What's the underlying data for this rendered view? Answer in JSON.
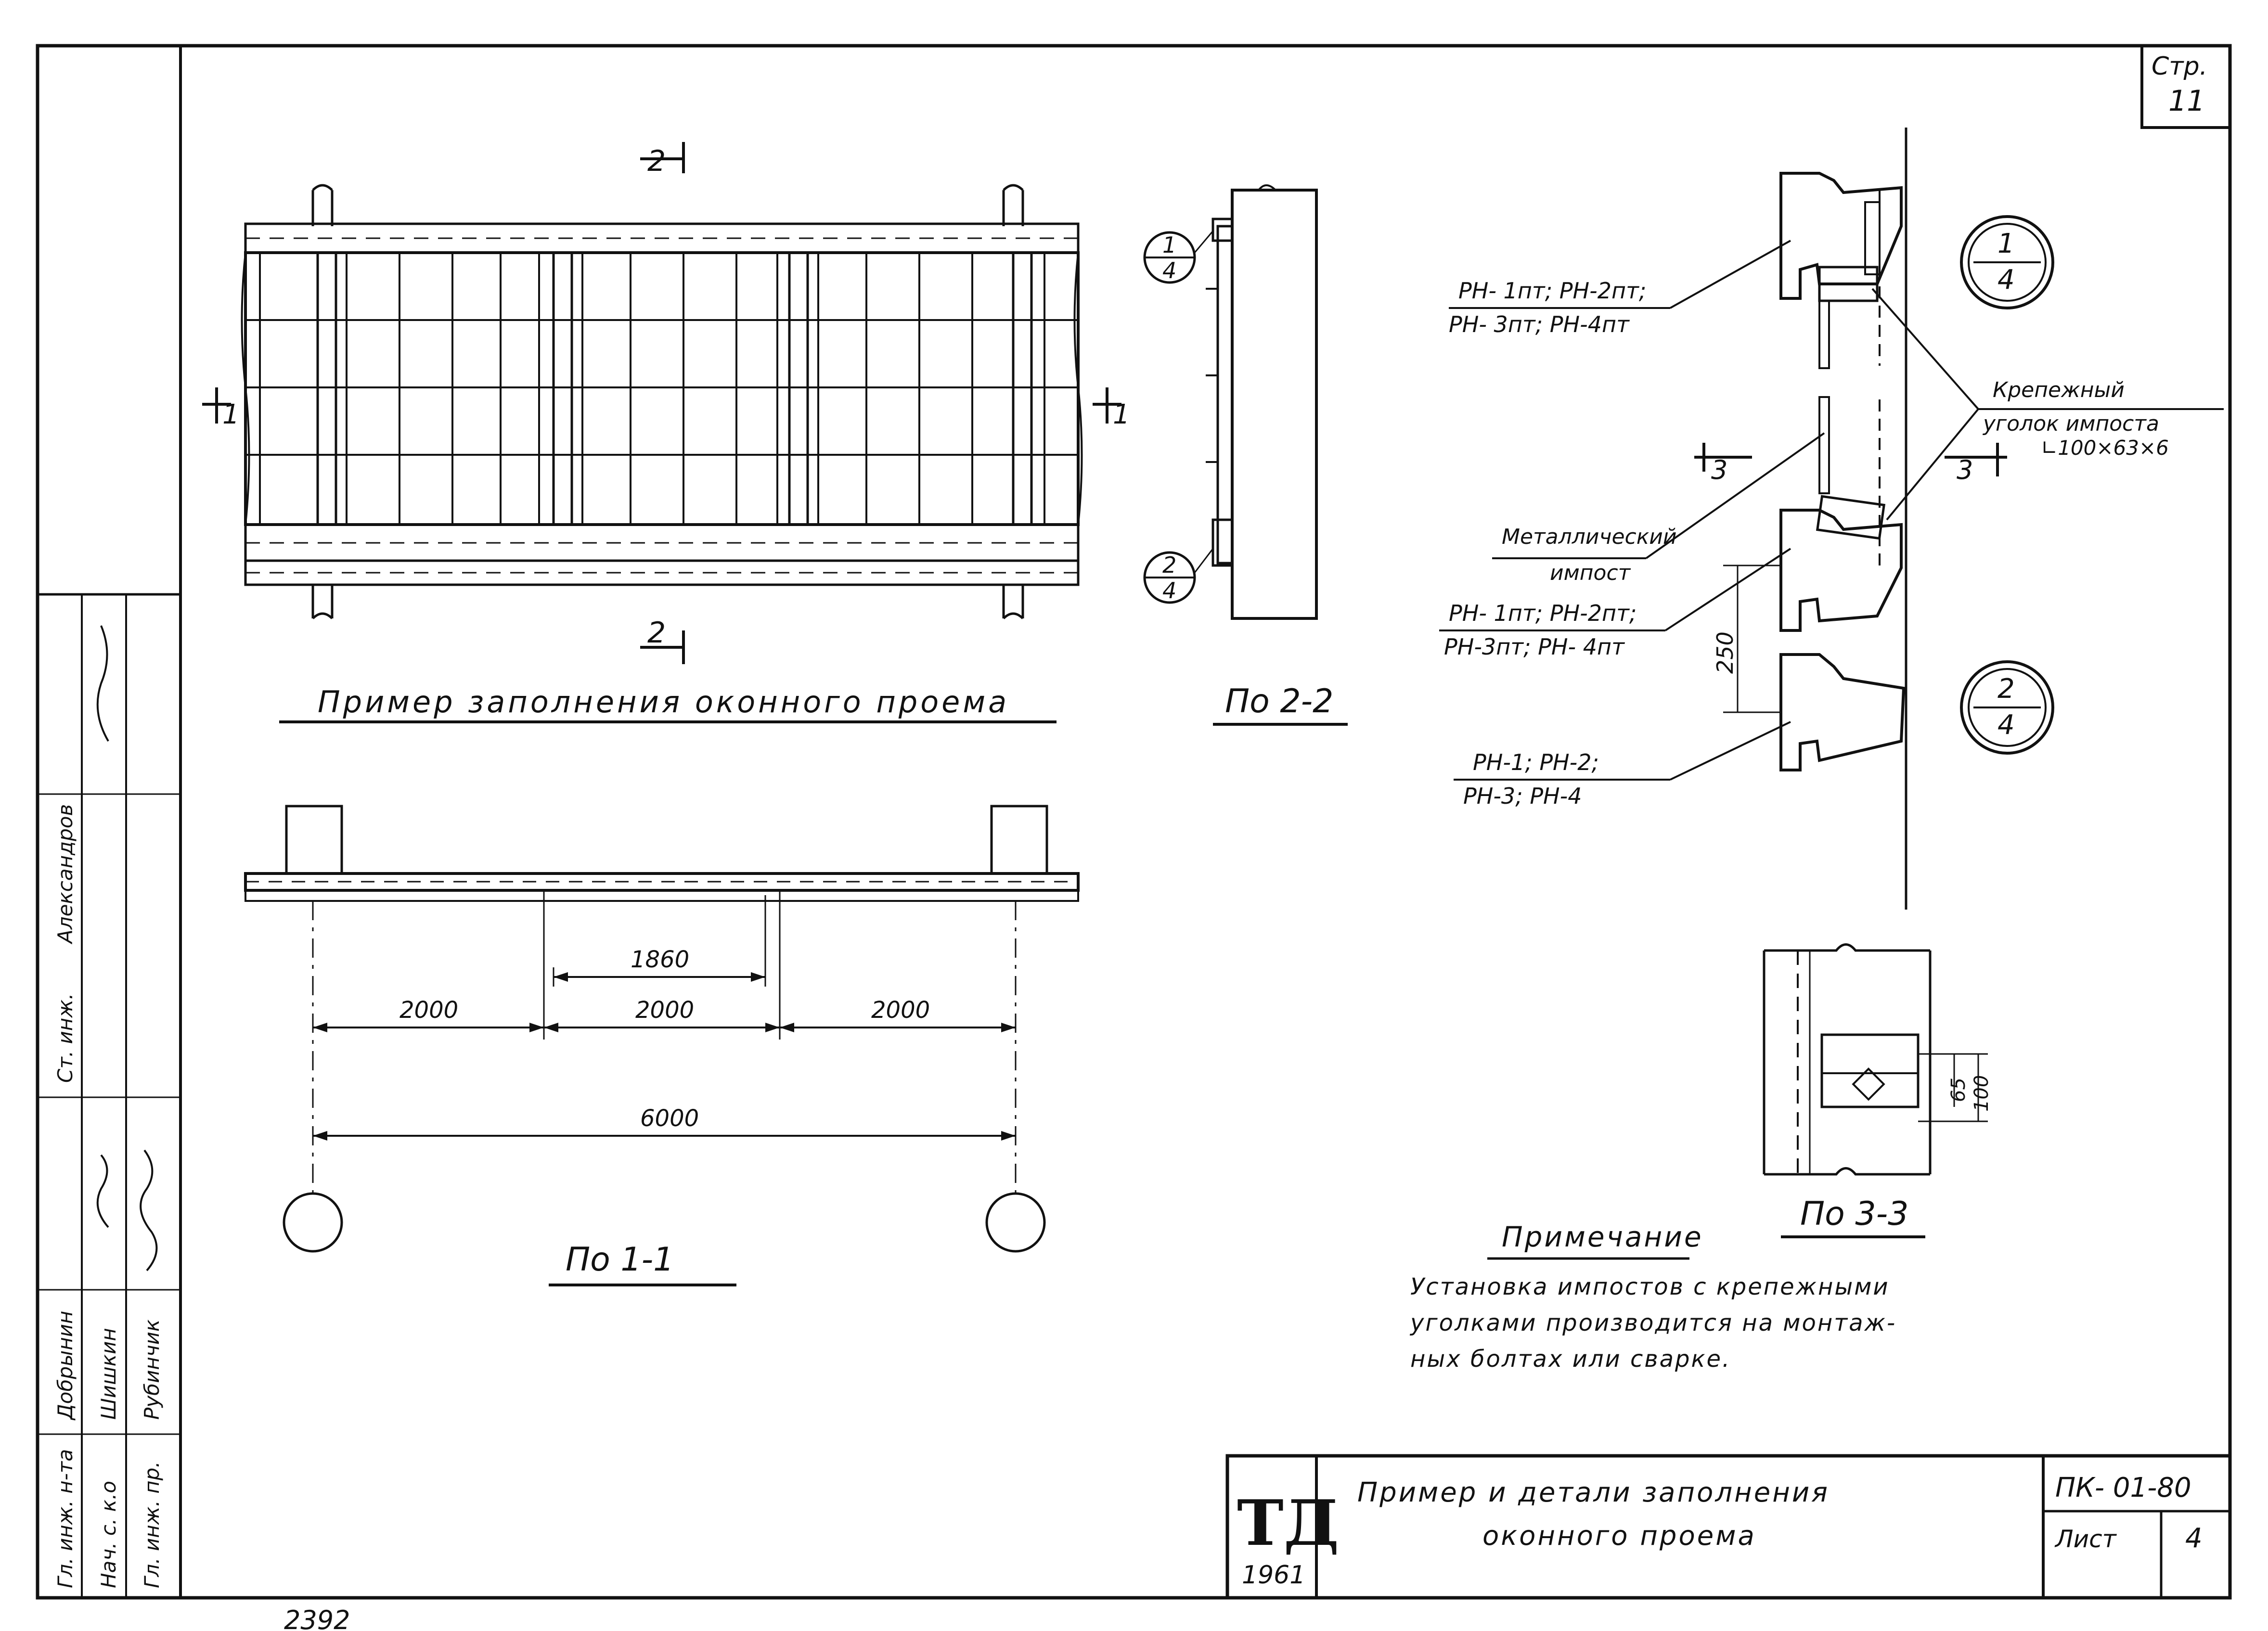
{
  "page_label": "Стр.",
  "page_number": "11",
  "elevation": {
    "caption": "Пример заполнения оконного проема",
    "cut_1_left": "1",
    "cut_1_right": "1",
    "cut_2_top": "2",
    "cut_2_bottom": "2"
  },
  "section_2_2": {
    "caption": "По 2-2",
    "callout_top": {
      "num": "1",
      "den": "4"
    },
    "callout_bottom": {
      "num": "2",
      "den": "4"
    }
  },
  "section_1_1": {
    "caption": "По 1-1",
    "dim_1860": "1860",
    "dim_2000_a": "2000",
    "dim_2000_b": "2000",
    "dim_2000_c": "2000",
    "dim_6000": "6000"
  },
  "detail": {
    "label_1_top": "РН- 1пт; РН-2пт;",
    "label_1_bottom": "РН- 3пт; РН-4пт",
    "label_2_top": "РН- 1пт; РН-2пт;",
    "label_2_bottom": "РН-3пт; РН- 4пт",
    "label_3_top": "РН-1; РН-2;",
    "label_3_bottom": "РН-3; РН-4",
    "fastener_line1": "Крепежный",
    "fastener_line2": "уголок импоста",
    "fastener_line3": "∟100×63×6",
    "impost_line1": "Металлический",
    "impost_line2": "импост",
    "dim_250": "250",
    "callout_top": {
      "num": "1",
      "den": "4"
    },
    "callout_bottom": {
      "num": "2",
      "den": "4"
    },
    "cut_3_left": "3",
    "cut_3_right": "3"
  },
  "section_3_3": {
    "caption": "По 3-3",
    "dim_65": "65",
    "dim_100": "100"
  },
  "note": {
    "heading": "Примечание",
    "line1": "Установка импостов с крепежными",
    "line2": "уголками производится на монтаж-",
    "line3": "ных болтах или сварке."
  },
  "title_block": {
    "logo": "ТД",
    "year": "1961",
    "title_line1": "Пример и детали заполнения",
    "title_line2": "оконного проема",
    "code": "ПК- 01-80",
    "sheet_label": "Лист",
    "sheet_number": "4"
  },
  "signature_block": {
    "roles": [
      "Гл. инж. н-та",
      "Нач. с. к.о",
      "Гл. инж. пр.",
      "Ст. инж."
    ],
    "names": [
      "Добрынин",
      "Шишкин",
      "Рубинчик",
      "Александров"
    ]
  },
  "archive_number": "2392"
}
